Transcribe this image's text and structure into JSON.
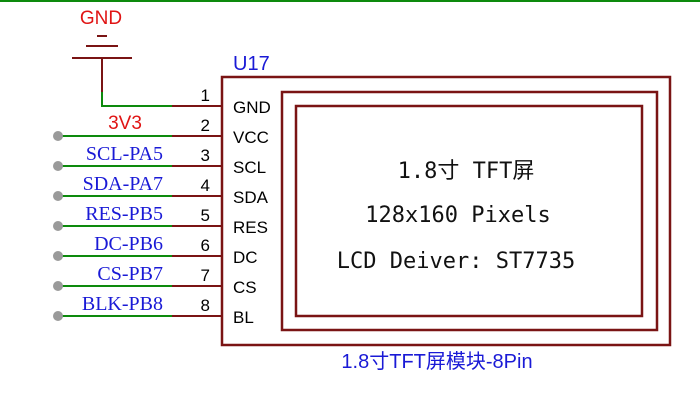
{
  "component": {
    "designator": "U17",
    "caption": "1.8寸TFT屏模块-8Pin",
    "panel_lines": [
      "1.8寸 TFT屏",
      "128x160 Pixels",
      "LCD Deiver: ST7735"
    ]
  },
  "power": {
    "gnd_label": "GND",
    "vcc_label": "3V3"
  },
  "pins": [
    {
      "number": "1",
      "name": "GND",
      "net": ""
    },
    {
      "number": "2",
      "name": "VCC",
      "net": ""
    },
    {
      "number": "3",
      "name": "SCL",
      "net": "SCL-PA5"
    },
    {
      "number": "4",
      "name": "SDA",
      "net": "SDA-PA7"
    },
    {
      "number": "5",
      "name": "RES",
      "net": "RES-PB5"
    },
    {
      "number": "6",
      "name": "DC",
      "net": "DC-PB6"
    },
    {
      "number": "7",
      "name": "CS",
      "net": "CS-PB7"
    },
    {
      "number": "8",
      "name": "BL",
      "net": "BLK-PB8"
    }
  ],
  "colors": {
    "component_outline": "#7a1414",
    "wire": "#0d8a0d",
    "net_label": "#1a1ad6",
    "power_label": "#e01414",
    "pin_text": "#000000",
    "pin_dot": "#9a9a9a"
  }
}
